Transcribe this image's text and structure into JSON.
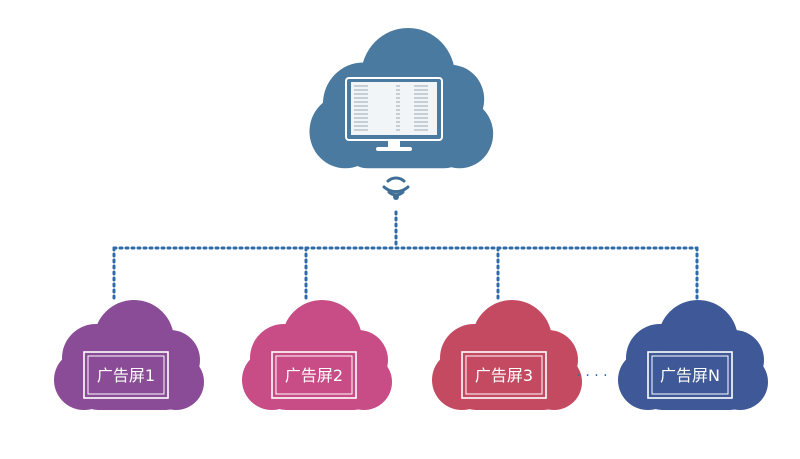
{
  "server": {
    "fill_color": "#4a7aa0",
    "monitor_icon": "monitor-icon",
    "wifi_icon": "wifi-signal-icon",
    "wifi_color": "#3f6f96"
  },
  "connector": {
    "color": "#2f6aa8",
    "style": "dotted"
  },
  "screens": [
    {
      "label": "广告屏1",
      "color": "#8a4b97"
    },
    {
      "label": "广告屏2",
      "color": "#c84c85"
    },
    {
      "label": "广告屏3",
      "color": "#c44a62"
    },
    {
      "label": "广告屏N",
      "color": "#3f5897"
    }
  ],
  "ellipsis": {
    "text": "· · · ·",
    "color": "#2f6aa8"
  }
}
